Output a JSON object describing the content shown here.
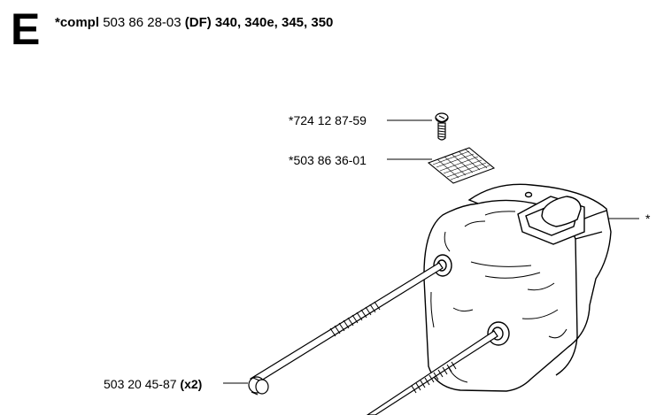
{
  "section": {
    "letter": "E",
    "compl_label": "*compl",
    "part_number": "503 86 28-03",
    "models": "(DF) 340, 340e, 345, 350"
  },
  "callouts": {
    "screw": "*724 12 87-59",
    "screen": "*503 86 36-01",
    "muffler": "*",
    "bolt_number": "503 20 45-87",
    "bolt_qty": "(x2)"
  }
}
